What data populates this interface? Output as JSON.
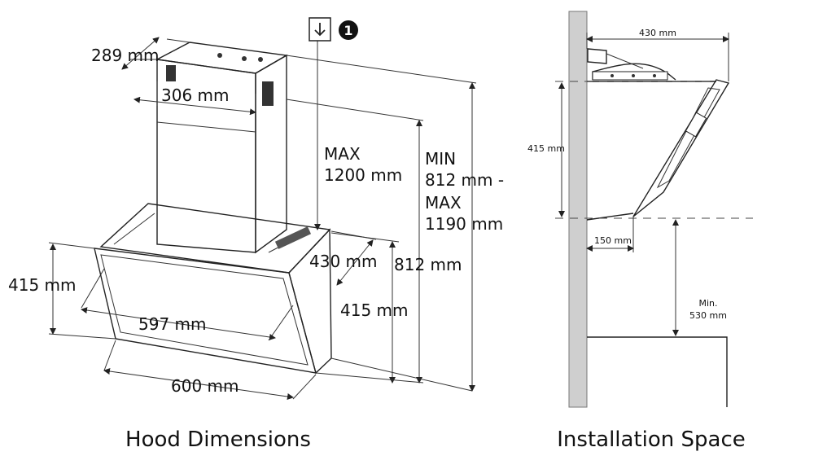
{
  "hood": {
    "caption": "Hood Dimensions",
    "dims": {
      "d289": "289 mm",
      "d306": "306 mm",
      "max_a": "MAX",
      "max_b": "1200 mm",
      "min_a": "MIN",
      "min_b": "812 mm -",
      "min_c": "MAX",
      "min_d": "1190 mm",
      "d430": "430 mm",
      "d812": "812 mm",
      "d415_right": "415 mm",
      "d415_left": "415 mm",
      "d597": "597 mm",
      "d600": "600 mm"
    },
    "badge_number": "1"
  },
  "install": {
    "caption": "Installation Space",
    "dims": {
      "d430": "430 mm",
      "d415": "415 mm",
      "d150": "150 mm",
      "min_a": "Min.",
      "min_b": "530 mm"
    }
  }
}
